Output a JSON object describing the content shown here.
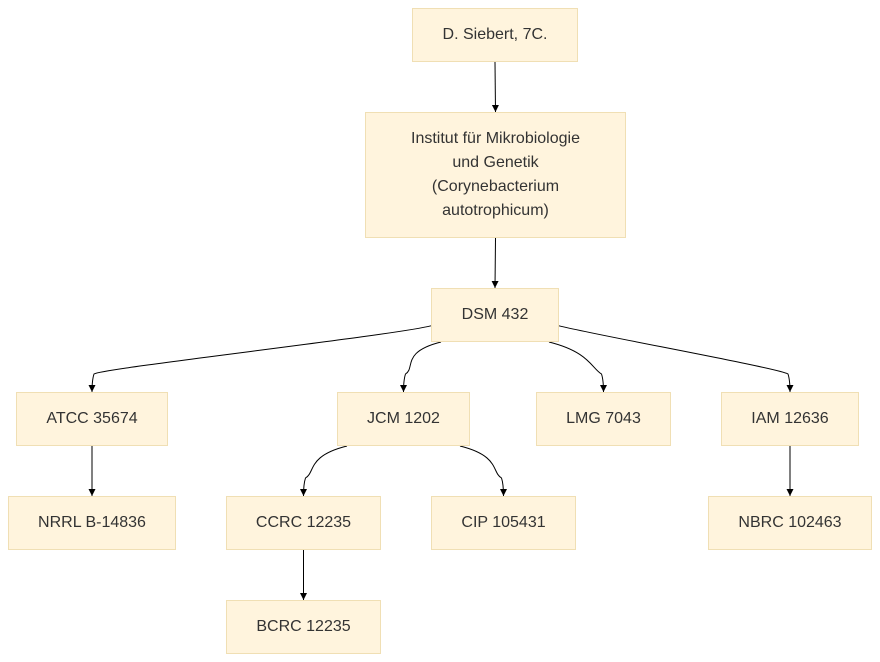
{
  "nodes": {
    "siebert": "D. Siebert, 7C.",
    "institut": "Institut für Mikrobiologie\nund Genetik\n(Corynebacterium\nautotrophicum)",
    "dsm432": "DSM 432",
    "atcc35674": "ATCC 35674",
    "jcm1202": "JCM 1202",
    "lmg7043": "LMG 7043",
    "iam12636": "IAM 12636",
    "nrrl14836": "NRRL B-14836",
    "ccrc12235": "CCRC 12235",
    "cip105431": "CIP 105431",
    "nbrc102463": "NBRC 102463",
    "bcrc12235": "BCRC 12235"
  },
  "edges": [
    [
      "siebert",
      "institut"
    ],
    [
      "institut",
      "dsm432"
    ],
    [
      "dsm432",
      "atcc35674"
    ],
    [
      "dsm432",
      "jcm1202"
    ],
    [
      "dsm432",
      "lmg7043"
    ],
    [
      "dsm432",
      "iam12636"
    ],
    [
      "atcc35674",
      "nrrl14836"
    ],
    [
      "jcm1202",
      "ccrc12235"
    ],
    [
      "jcm1202",
      "cip105431"
    ],
    [
      "iam12636",
      "nbrc102463"
    ],
    [
      "ccrc12235",
      "bcrc12235"
    ]
  ]
}
